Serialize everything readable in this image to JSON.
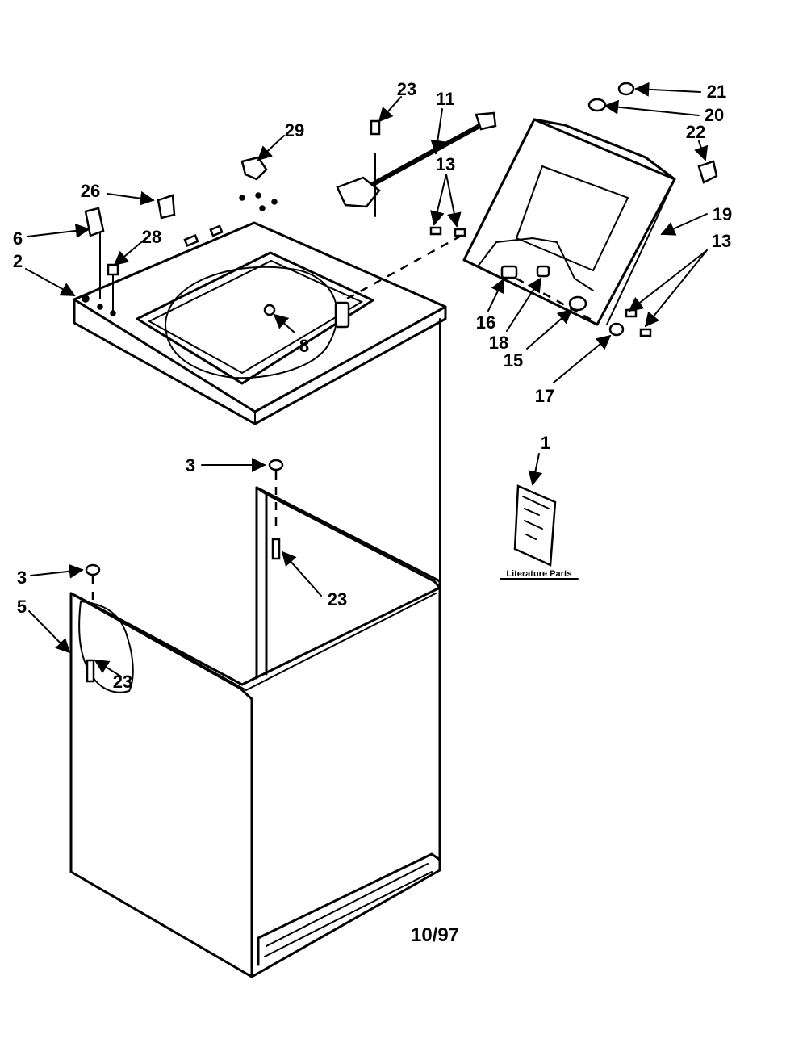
{
  "callouts": {
    "c1": "1",
    "c2": "2",
    "c3a": "3",
    "c3b": "3",
    "c5": "5",
    "c6": "6",
    "c8": "8",
    "c11": "11",
    "c13a": "13",
    "c13b": "13",
    "c15": "15",
    "c16": "16",
    "c17": "17",
    "c18": "18",
    "c19": "19",
    "c20": "20",
    "c21": "21",
    "c22": "22",
    "c23a": "23",
    "c23b": "23",
    "c23c": "23",
    "c26": "26",
    "c28": "28",
    "c29": "29"
  },
  "literature_label": "Literature Parts",
  "date_code": "10/97"
}
